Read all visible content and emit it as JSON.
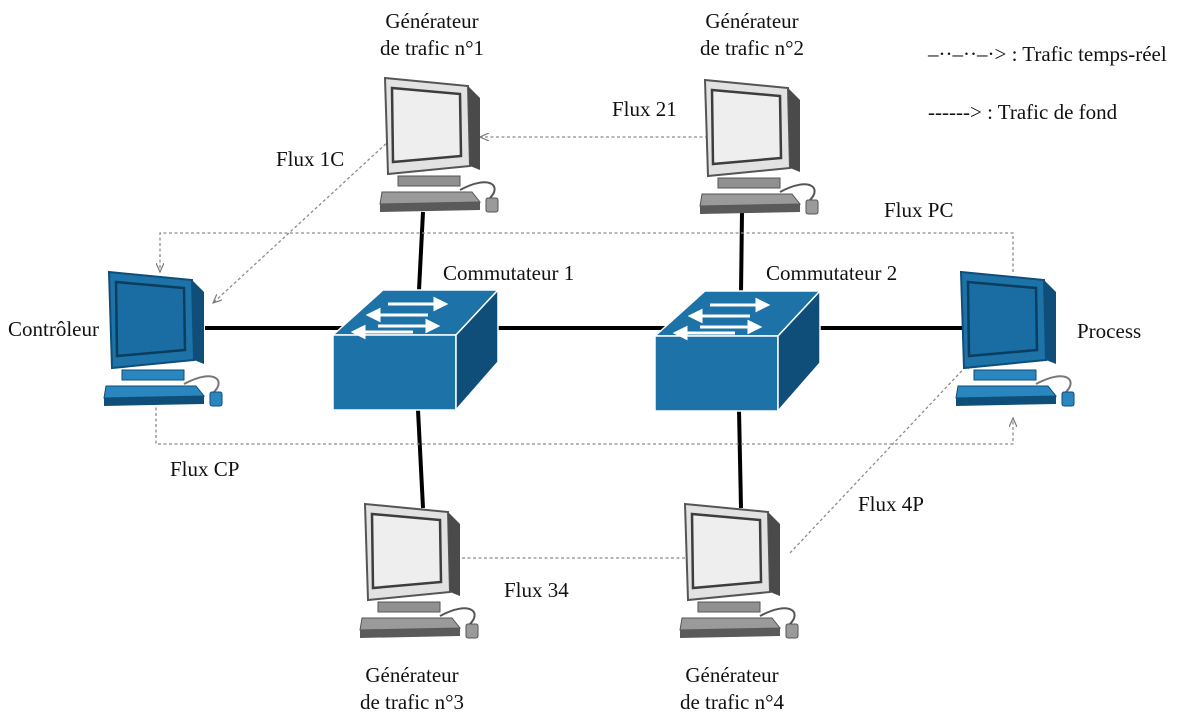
{
  "nodes": {
    "gen1": [
      "Générateur",
      "de trafic n°1"
    ],
    "gen2": [
      "Générateur",
      "de trafic n°2"
    ],
    "gen3": [
      "Générateur",
      "de trafic n°3"
    ],
    "gen4": [
      "Générateur",
      "de trafic n°4"
    ],
    "controleur": "Contrôleur",
    "process": "Process",
    "sw1": "Commutateur 1",
    "sw2": "Commutateur 2"
  },
  "flows": {
    "f1c": "Flux 1C",
    "f21": "Flux 21",
    "fpc": "Flux PC",
    "fcp": "Flux CP",
    "f34": "Flux 34",
    "f4p": "Flux 4P"
  },
  "legend": {
    "realtime_symbol": "–··–··–·>",
    "realtime_label": ": Trafic temps-réel",
    "background_symbol": "------>",
    "background_label": ": Trafic de fond"
  },
  "colors": {
    "device_blue": "#1D72A8",
    "device_blue_dark": "#0F4E78",
    "device_grey": "#8A8A8A",
    "device_grey_dark": "#4A4A4A",
    "link": "#000000",
    "flow_line": "#8C8C8C"
  },
  "icons": [
    "switch-icon",
    "computer-icon"
  ]
}
